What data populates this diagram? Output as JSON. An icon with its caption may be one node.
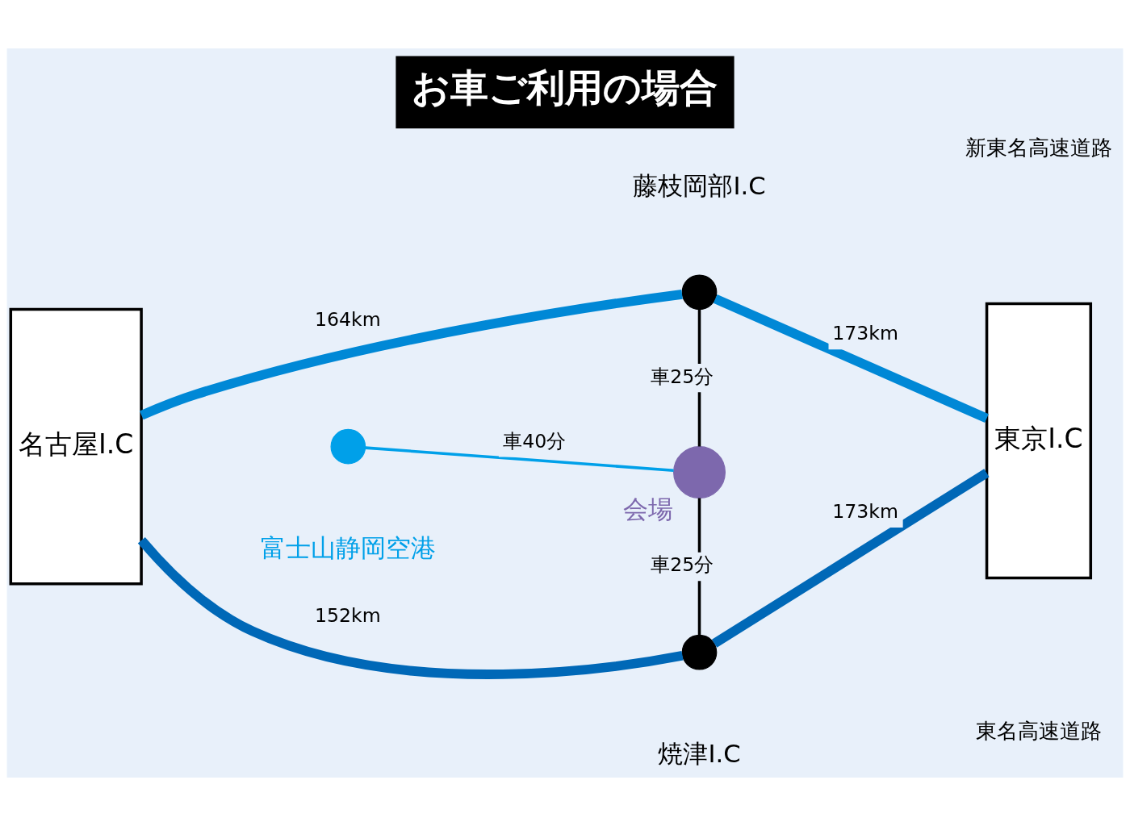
{
  "diagram": {
    "title": "お車ご利用の場合",
    "nodes": [
      {
        "text": [
          "名古屋I.C"
        ]
      },
      {
        "text": [],
        "shape": "circle",
        "beside": [
          "藤枝岡部I.C"
        ]
      },
      {
        "text": [],
        "shape": "circle",
        "beside": [
          "会場"
        ]
      },
      {
        "text": [],
        "shape": "circle",
        "beside": [
          "富士山静岡空港"
        ]
      },
      {
        "text": [],
        "shape": "circle",
        "beside": [
          "焼津I.C"
        ]
      },
      {
        "text": [
          "東京I.C"
        ]
      }
    ],
    "edges": [
      {
        "from": 0,
        "to": 1,
        "arrow": "none",
        "label": "164km",
        "color": "#0088d6"
      },
      {
        "from": 1,
        "to": 5,
        "arrow": "none",
        "label": "173km",
        "color": "#0088d6"
      },
      {
        "from": 1,
        "to": 2,
        "arrow": "none",
        "label": "車25分",
        "color": "#000000"
      },
      {
        "from": 3,
        "to": 2,
        "arrow": "none",
        "label": "車40分",
        "color": "#00a0e9"
      },
      {
        "from": 2,
        "to": 4,
        "arrow": "none",
        "label": "車25分",
        "color": "#000000"
      },
      {
        "from": 0,
        "to": 4,
        "arrow": "none",
        "label": "152km",
        "color": "#0068b7"
      },
      {
        "from": 4,
        "to": 5,
        "arrow": "none",
        "label": "173km",
        "color": "#0068b7"
      }
    ],
    "labels": [
      "新東名高速道路",
      "東名高速道路"
    ]
  }
}
